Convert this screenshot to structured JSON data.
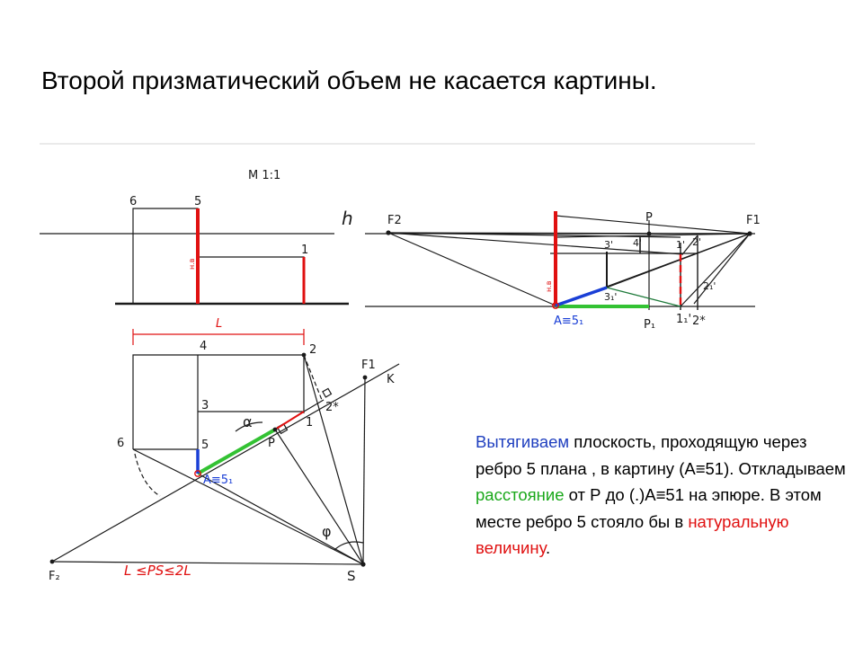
{
  "slide": {
    "title": "Второй призматический объем не касается картины."
  },
  "labels": {
    "scale": "М 1:1",
    "h": "h",
    "f2_top": "F2",
    "p_top": "P",
    "f1_top": "F1",
    "n3p": "3'",
    "n4p": "4'",
    "n1p": "1'",
    "n2p": "2'",
    "n3_1p": "3₁'",
    "n2_1p": "2₁'",
    "a_eq_top": "A≡5₁",
    "p1": "P₁",
    "n1_1p": "1₁'",
    "n2star_bottom": "2*",
    "ts_mark": "н.в",
    "n6_front": "6",
    "n5_front": "5",
    "n1_front": "1",
    "L": "L",
    "n4": "4",
    "n2": "2",
    "n3": "3",
    "n5": "5",
    "n6": "6",
    "n1": "1",
    "n2star": "2*",
    "p_plan": "P",
    "alpha": "α",
    "a_eq_plan": "A≡5₁",
    "f1_plan": "F1",
    "k": "K",
    "phi": "φ",
    "s": "S",
    "f2_plan": "F₂",
    "formula": "L ≤PS≤2L"
  },
  "description": {
    "part1": "Вытягиваем",
    "part2": " плоскость, проходящую через ребро 5 плана , в картину (А≡51). Откладываем ",
    "part3": "расстояние",
    "part4": " от Р до (.)А≡51 на эпюре. В этом месте ребро 5 стояло бы в ",
    "part5": "натуральную величину",
    "part6": "."
  },
  "colors": {
    "red": "#e01010",
    "green": "#33c233",
    "blue": "#1a3fd6",
    "ink": "#1a1a1a"
  }
}
